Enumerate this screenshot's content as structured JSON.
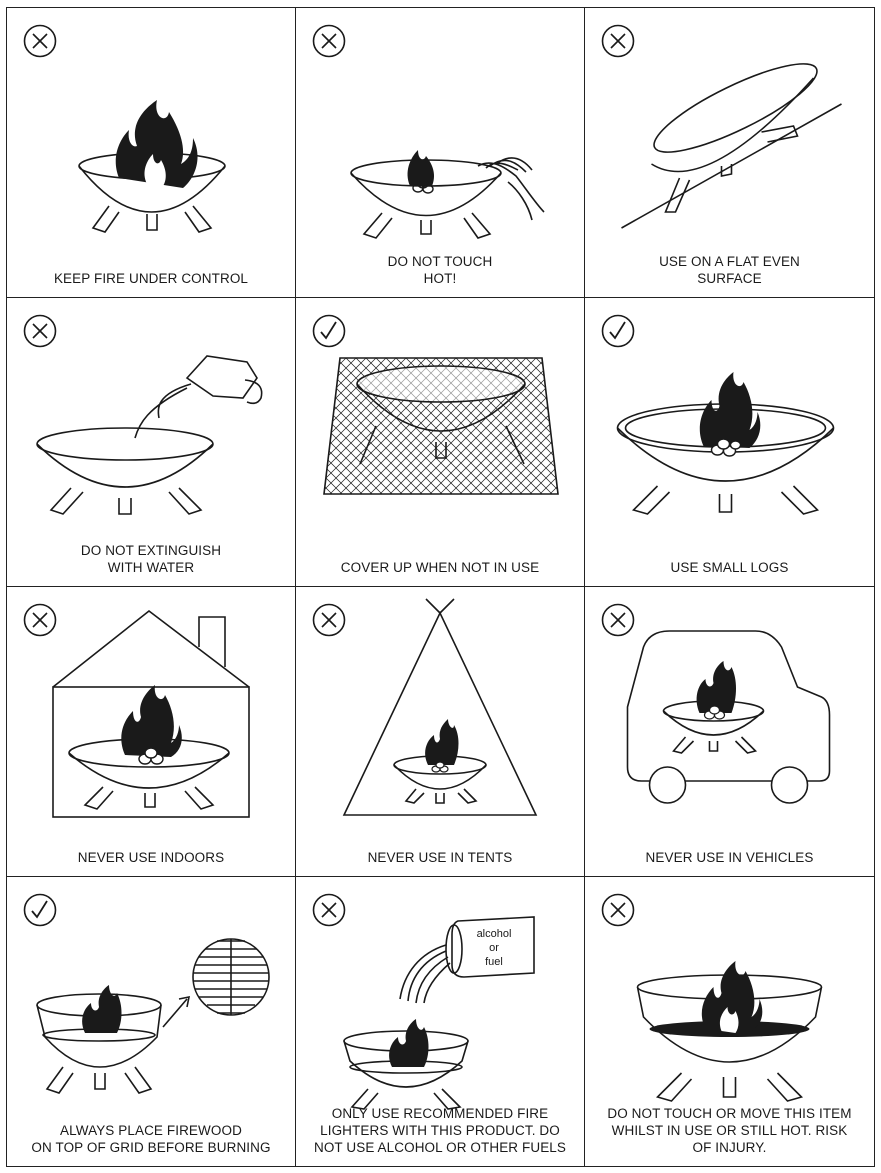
{
  "cells": [
    {
      "status": "prohibited",
      "icon": "fire-bowl-icon",
      "lines": [
        "KEEP FIRE UNDER CONTROL"
      ]
    },
    {
      "status": "prohibited",
      "icon": "hand-touching-bowl-icon",
      "lines": [
        "DO NOT TOUCH",
        "HOT!"
      ]
    },
    {
      "status": "prohibited",
      "icon": "tilted-bowl-on-slope-icon",
      "lines": [
        "USE ON A FLAT EVEN",
        "SURFACE"
      ]
    },
    {
      "status": "prohibited",
      "icon": "water-pouring-icon",
      "lines": [
        "DO NOT EXTINGUISH",
        "WITH WATER"
      ]
    },
    {
      "status": "allowed",
      "icon": "mesh-cover-icon",
      "lines": [
        "COVER UP WHEN NOT IN USE"
      ]
    },
    {
      "status": "allowed",
      "icon": "small-logs-fire-icon",
      "lines": [
        "USE SMALL LOGS"
      ]
    },
    {
      "status": "prohibited",
      "icon": "house-fire-icon",
      "lines": [
        "NEVER USE INDOORS"
      ]
    },
    {
      "status": "prohibited",
      "icon": "tent-fire-icon",
      "lines": [
        "NEVER USE IN TENTS"
      ]
    },
    {
      "status": "prohibited",
      "icon": "vehicle-fire-icon",
      "lines": [
        "NEVER USE IN VEHICLES"
      ]
    },
    {
      "status": "allowed",
      "icon": "grid-firewood-icon",
      "lines": [
        "ALWAYS PLACE FIREWOOD",
        "ON TOP OF GRID BEFORE BURNING"
      ]
    },
    {
      "status": "prohibited",
      "icon": "alcohol-fuel-pour-icon",
      "lines": [
        "ONLY USE RECOMMENDED FIRE",
        "LIGHTERS WITH THIS PRODUCT. DO",
        "NOT USE ALCOHOL OR OTHER FUELS"
      ]
    },
    {
      "status": "prohibited",
      "icon": "hot-item-icon",
      "lines": [
        "DO NOT TOUCH OR MOVE THIS ITEM",
        "WHILST IN USE OR STILL HOT. RISK",
        "OF INJURY."
      ]
    }
  ],
  "fuel_can": {
    "line1": "alcohol",
    "line2": "or",
    "line3": "fuel"
  },
  "colors": {
    "ink": "#1a1a1a",
    "background": "#ffffff"
  }
}
